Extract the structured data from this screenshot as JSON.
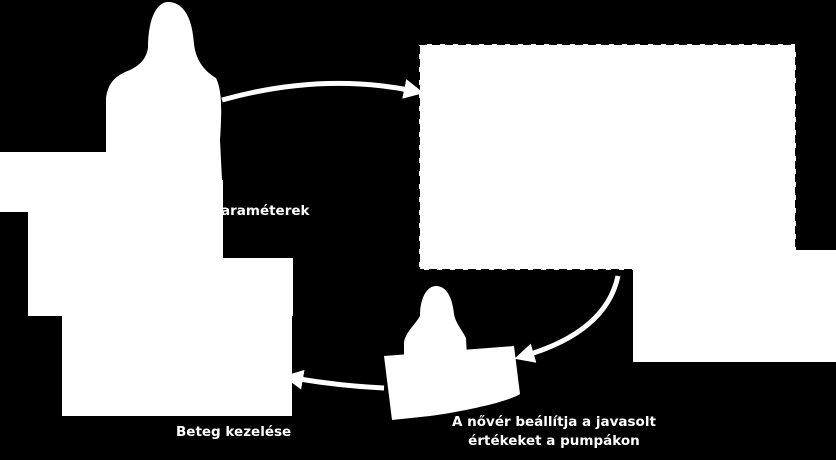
{
  "labels": {
    "parameters": "araméterek",
    "treatment": "Beteg kezelése",
    "nurse_line1": "A nővér beállítja a javasolt",
    "nurse_line2": "értékeket a pumpákon"
  },
  "colors": {
    "background": "#000000",
    "foreground": "#ffffff"
  },
  "icons": [
    "person-silhouette-icon",
    "person-silhouette-icon",
    "infusion-pump-icon"
  ]
}
